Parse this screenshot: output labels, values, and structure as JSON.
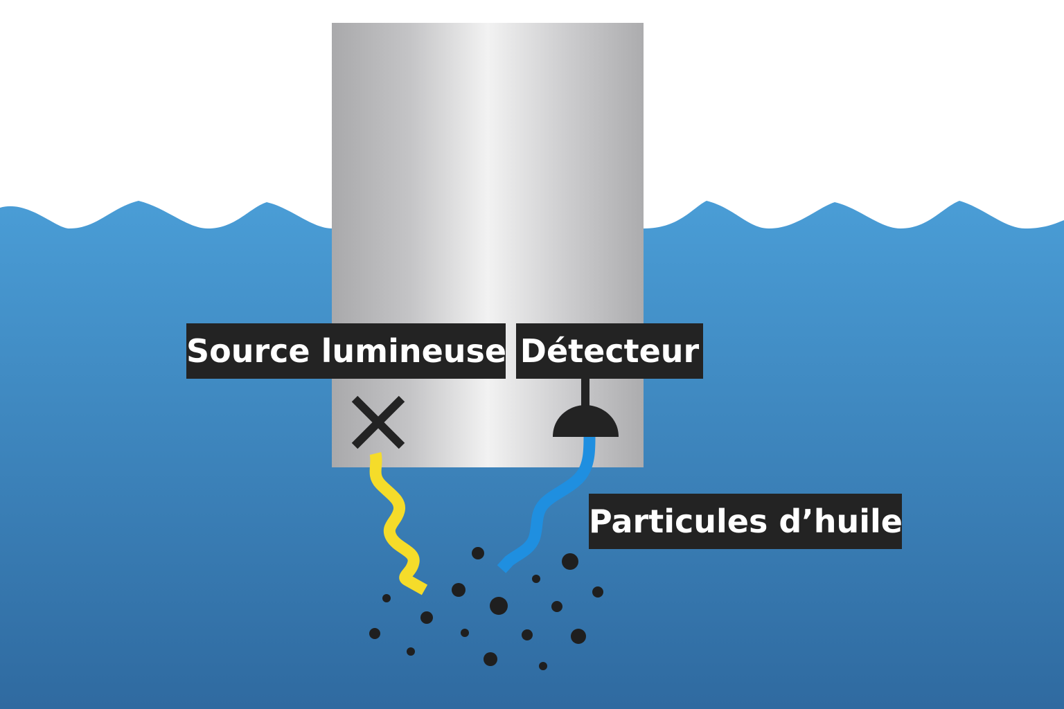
{
  "labels": {
    "light_source": "Source lumineuse",
    "detector": "Détecteur",
    "oil_particles": "Particules d’huile"
  },
  "icons": {
    "light_source": "x-cross-icon",
    "detector": "dome-detector-icon",
    "emitted_light": "wavy-yellow-beam",
    "scattered_light": "wavy-blue-beam"
  },
  "colors": {
    "water_top": "#4a9dd6",
    "water_bottom": "#2f6aa0",
    "sky": "#ffffff",
    "probe_metal": "#c9c9cb",
    "label_bg": "#232323",
    "label_text": "#ffffff",
    "emitted_light": "#f5dc2a",
    "scattered_light": "#1f8fe0",
    "particles": "#1f1f1f"
  }
}
